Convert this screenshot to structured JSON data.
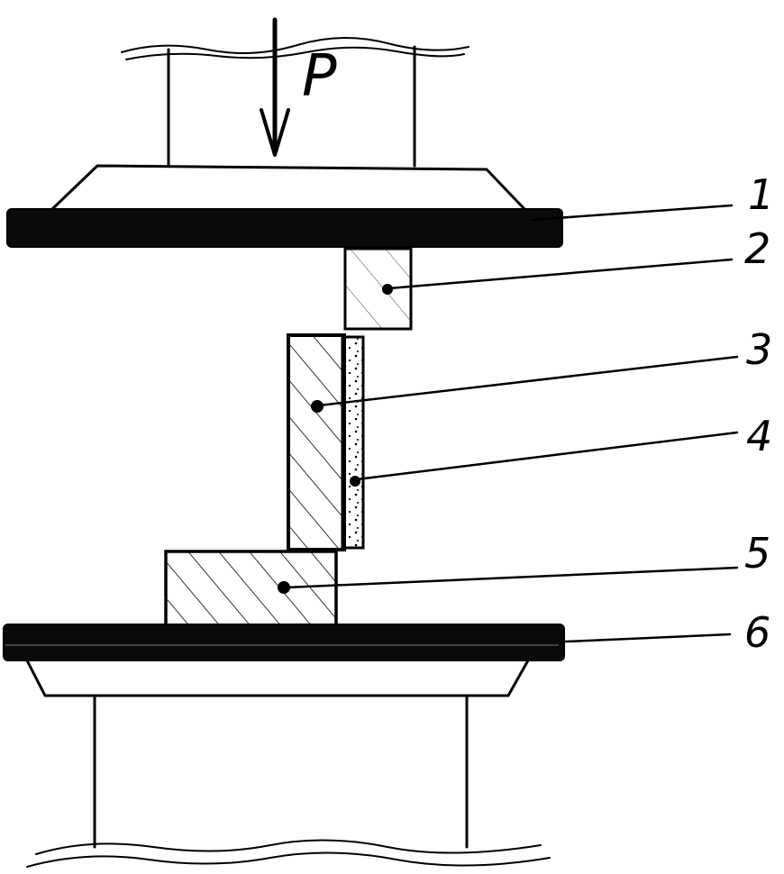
{
  "load_label": "P",
  "part_labels": [
    "1",
    "2",
    "3",
    "4",
    "5",
    "6"
  ],
  "colors": {
    "ink": "#000000",
    "background": "#ffffff"
  }
}
